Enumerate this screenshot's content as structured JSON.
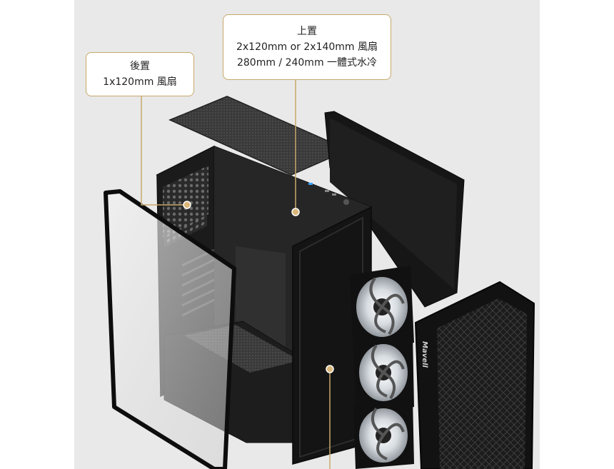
{
  "callouts": {
    "rear": {
      "title": "後置",
      "line1": "1x120mm 風扇"
    },
    "top": {
      "title": "上置",
      "line1": "2x120mm or 2x140mm 風扇",
      "line2": "280mm / 240mm 一體式水冷"
    }
  },
  "brand_mark": "Mavell",
  "colors": {
    "accent": "#c8a86a",
    "background": "#e9e9e9",
    "chassis": "#1a1a1a"
  }
}
